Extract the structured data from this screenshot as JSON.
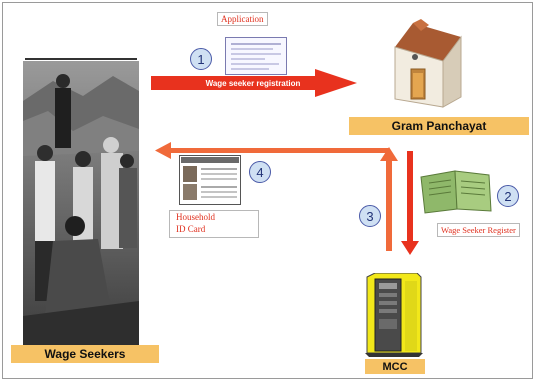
{
  "labels": {
    "application": "Application",
    "wage_seeker_registration": "Wage seeker registration",
    "gram_panchayat": "Gram Panchayat",
    "wage_seeker_register": "Wage Seeker Register",
    "household": "Household",
    "id_card": "ID Card",
    "wage_seekers": "Wage Seekers",
    "mcc": "MCC"
  },
  "steps": [
    "1",
    "2",
    "3",
    "4"
  ],
  "colors": {
    "arrow_red": "#e8321e",
    "arrow_orange": "#f5581f",
    "label_box": "#f6c265",
    "step_circle": "#cfe0f3"
  }
}
